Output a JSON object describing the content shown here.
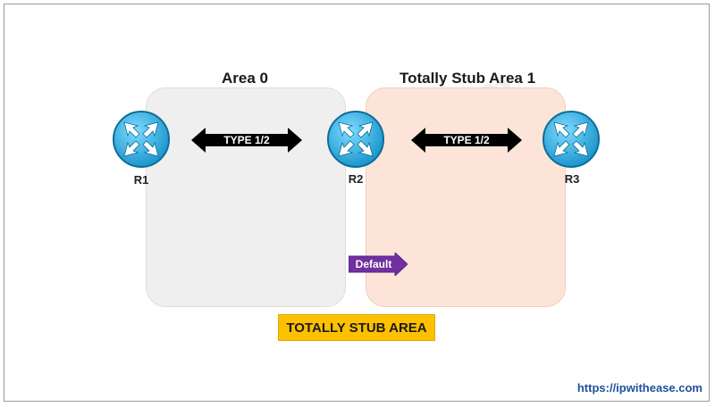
{
  "areas": [
    {
      "title": "Area 0",
      "color": "#efefef"
    },
    {
      "title": "Totally Stub Area 1",
      "color": "#fce5d8"
    }
  ],
  "routers": [
    {
      "label": "R1",
      "icon": "router-icon"
    },
    {
      "label": "R2",
      "icon": "router-icon"
    },
    {
      "label": "R3",
      "icon": "router-icon"
    }
  ],
  "links": [
    {
      "label": "TYPE 1/2"
    },
    {
      "label": "TYPE 1/2"
    }
  ],
  "default_route": {
    "label": "Default",
    "color": "#7030a0"
  },
  "banner": {
    "text": "TOTALLY STUB AREA",
    "color": "#ffc000"
  },
  "watermark": "ipwithease.com",
  "footer_url": "https://ipwithease.com",
  "colors": {
    "router": "#29b5e8",
    "arrow": "#000000"
  }
}
